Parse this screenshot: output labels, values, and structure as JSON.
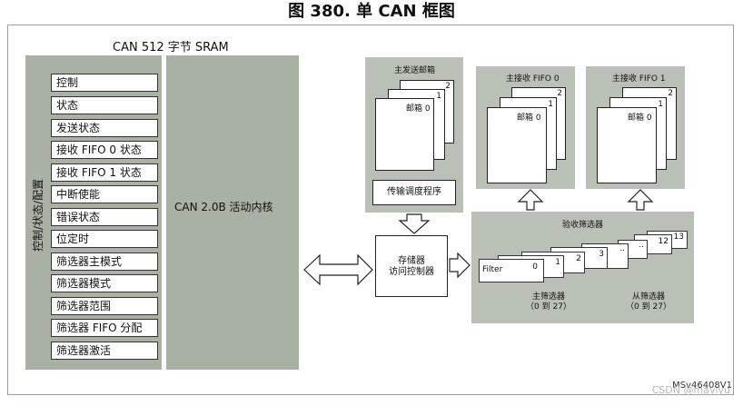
{
  "title": "图 380. 单 CAN 框图",
  "sram": {
    "label": "CAN 512 字节 SRAM",
    "vertical_label": "控制/状态/配置",
    "registers": [
      "控制",
      "状态",
      "发送状态",
      "接收 FIFO 0 状态",
      "接收 FIFO 1 状态",
      "中断使能",
      "错误状态",
      "位定时",
      "筛选器主模式",
      "筛选器模式",
      "筛选器范围",
      "筛选器 FIFO 分配",
      "筛选器激活"
    ],
    "core_label": "CAN 2.0B 活动内核"
  },
  "tx": {
    "title": "主发送邮箱",
    "mailbox_label": "邮箱 0",
    "stack_numbers": [
      "1",
      "2"
    ],
    "scheduler": "传输调度程序"
  },
  "fifo0": {
    "title": "主接收 FIFO 0",
    "mailbox_label": "邮箱 0",
    "stack_numbers": [
      "1",
      "2"
    ]
  },
  "fifo1": {
    "title": "主接收 FIFO 1",
    "mailbox_label": "邮箱 0",
    "stack_numbers": [
      "1",
      "2"
    ]
  },
  "controller": {
    "line1": "存储器",
    "line2": "访问控制器"
  },
  "filter": {
    "title": "验收筛选器",
    "first_label": "Filter",
    "numbers": [
      "0",
      "1",
      "2",
      "3",
      "..",
      "..",
      "12",
      "13"
    ],
    "master_label": "主筛选器",
    "master_range": "（0 到 27）",
    "slave_label": "从筛选器",
    "slave_range": "（0 到 27）"
  },
  "footer": "MSv46408V1",
  "watermark": "CSDN @mayiyu"
}
